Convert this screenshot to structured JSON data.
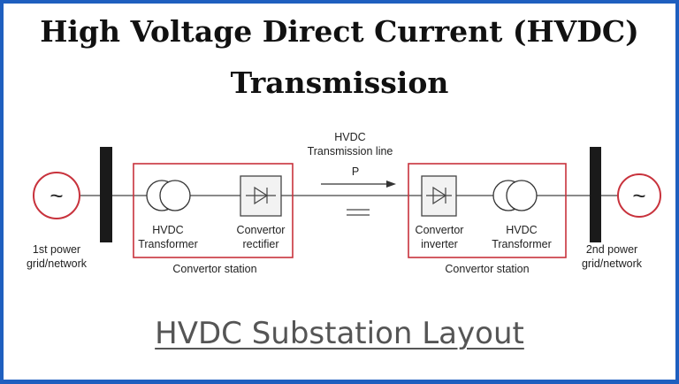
{
  "title": {
    "line1": "High Voltage Direct Current (HVDC)",
    "line2": "Transmission"
  },
  "diagram": {
    "left_grid_label": [
      "1st power",
      "grid/network"
    ],
    "right_grid_label": [
      "2nd power",
      "grid/network"
    ],
    "left_station": {
      "transformer_label": [
        "HVDC",
        "Transformer"
      ],
      "converter_label": [
        "Convertor",
        "rectifier"
      ],
      "station_label": "Convertor station"
    },
    "right_station": {
      "converter_label": [
        "Convertor",
        "inverter"
      ],
      "transformer_label": [
        "HVDC",
        "Transformer"
      ],
      "station_label": "Convertor station"
    },
    "line_label": [
      "HVDC",
      "Transmission line"
    ],
    "power_label": "P",
    "source_symbol": "~"
  },
  "caption": "HVDC Substation Layout",
  "colors": {
    "frame": "#1f5fbf",
    "station_box": "#c8323c",
    "source_circle": "#c8323c",
    "busbar": "#1a1a1a"
  }
}
